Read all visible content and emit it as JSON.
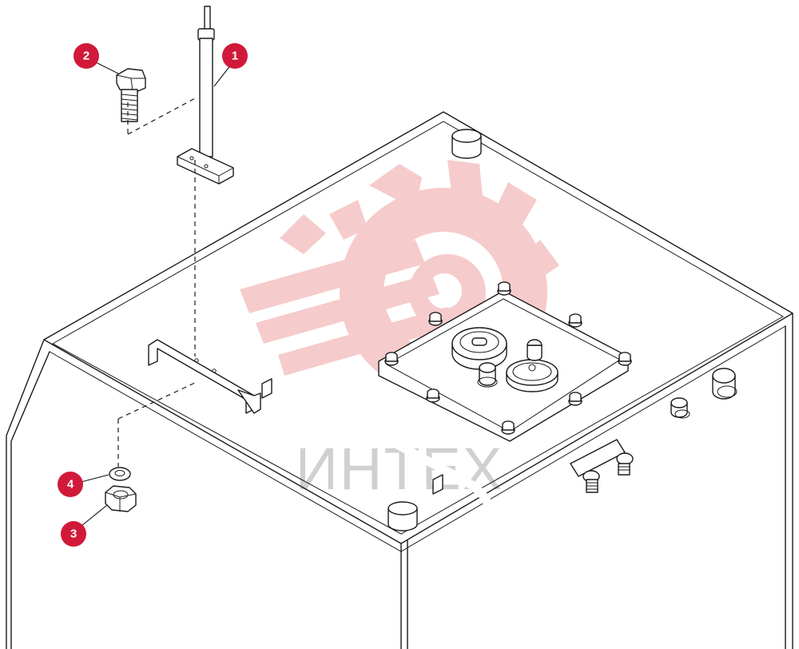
{
  "callouts": [
    {
      "id": "1",
      "label": "1"
    },
    {
      "id": "2",
      "label": "2"
    },
    {
      "id": "3",
      "label": "3"
    },
    {
      "id": "4",
      "label": "4"
    }
  ],
  "watermark": {
    "text": "ИНТЕХ"
  },
  "colors": {
    "callout": "#d11a3a",
    "watermark": "#f6c6c6",
    "watermark_text": "#d0d0d0",
    "line": "#1a1a1a"
  }
}
